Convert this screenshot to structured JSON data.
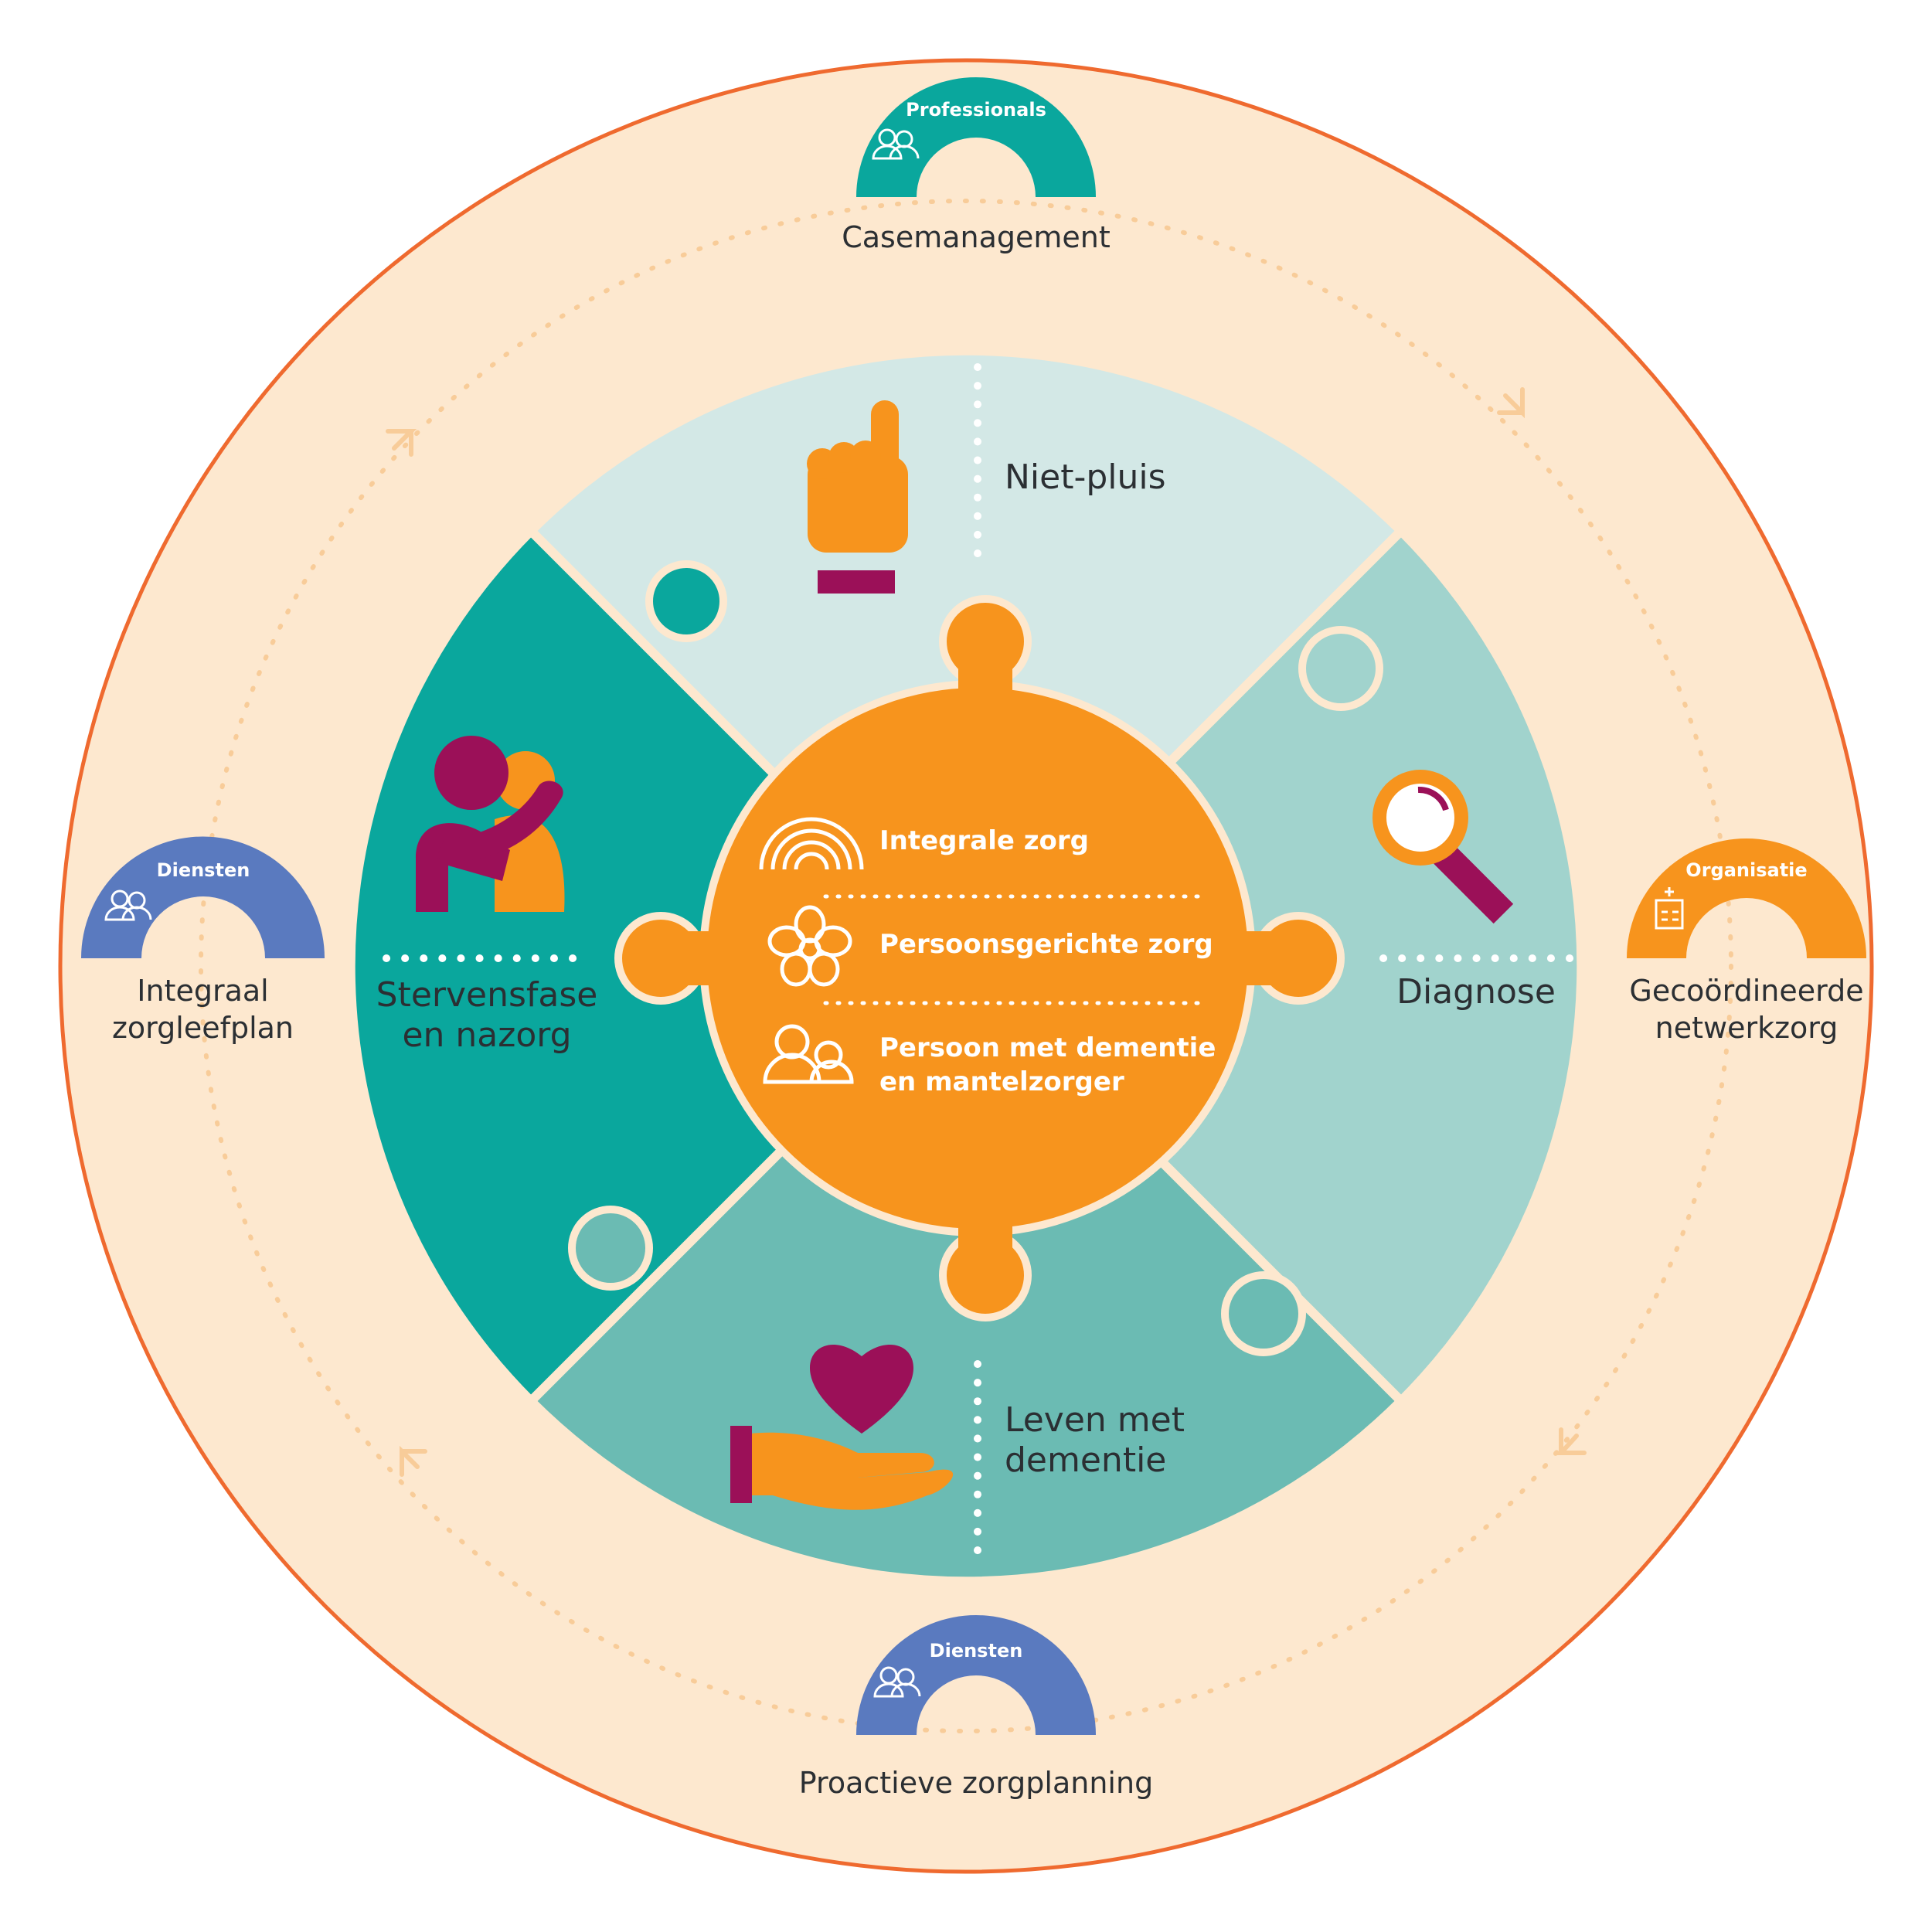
{
  "ring": {
    "top": {
      "tag": "Professionals",
      "label": "Casemanagement",
      "color": "#0aa79d"
    },
    "left": {
      "tag": "Diensten",
      "label_line1": "Integraal",
      "label_line2": "zorgleefplan",
      "color": "#5a7abf"
    },
    "right": {
      "tag": "Organisatie",
      "label_line1": "Gecoördineerde",
      "label_line2": "netwerkzorg",
      "color": "#f7941d"
    },
    "bottom": {
      "tag": "Diensten",
      "label": "Proactieve zorgplanning",
      "color": "#5a7abf"
    }
  },
  "quadrants": {
    "top": {
      "label": "Niet-pluis",
      "color": "#d3e8e6",
      "icon": "pointing-hand-icon"
    },
    "right": {
      "label": "Diagnose",
      "color": "#a1d3cd",
      "icon": "magnifier-icon"
    },
    "bottom": {
      "label_line1": "Leven met",
      "label_line2": "dementie",
      "color": "#6bbbb3",
      "icon": "heart-hand-icon"
    },
    "left": {
      "label_line1": "Stervensfase",
      "label_line2": "en nazorg",
      "color": "#0aa79d",
      "icon": "embrace-icon"
    }
  },
  "center": {
    "color": "#f7941d",
    "items": [
      {
        "text": "Integrale zorg",
        "icon": "rainbow-icon"
      },
      {
        "text": "Persoonsgerichte zorg",
        "icon": "flower-icon"
      },
      {
        "text_line1": "Persoon met dementie",
        "text_line2": "en mantelzorger",
        "icon": "people-icon"
      }
    ]
  },
  "colors": {
    "ring_bg": "#fde8cf",
    "ring_border": "#ef6a2f",
    "accent": "#9b1058",
    "icon_orange": "#f7941d"
  }
}
